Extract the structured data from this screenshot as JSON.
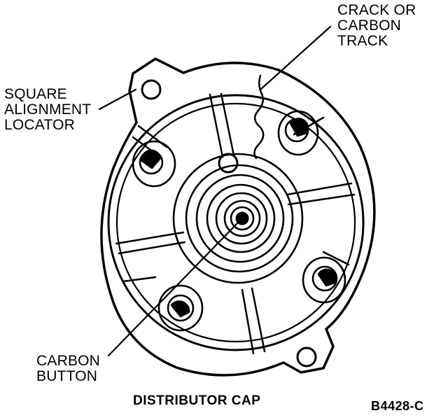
{
  "labels": {
    "crack": [
      "CRACK OR",
      "CARBON",
      "TRACK"
    ],
    "square": [
      "SQUARE",
      "ALIGNMENT",
      "LOCATOR"
    ],
    "carbon": [
      "CARBON",
      "BUTTON"
    ]
  },
  "caption": "DISTRIBUTOR CAP",
  "figure_code": "B4428-C",
  "colors": {
    "ink": "#000000",
    "paper": "#ffffff"
  }
}
